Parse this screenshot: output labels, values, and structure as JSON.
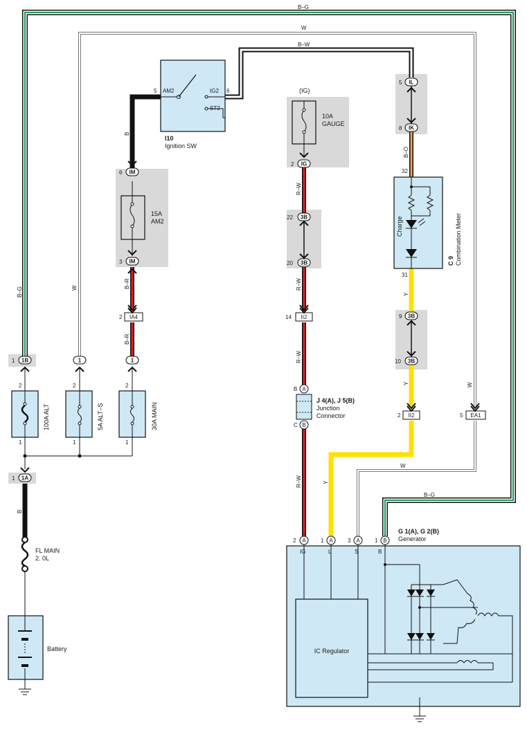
{
  "colors": {
    "panel_fill": "#cfe8f5",
    "gray_block": "#d9d9d9",
    "wire_black": "#111111",
    "wire_green": "#1a9a5a",
    "wire_red": "#e02020",
    "wire_yellow": "#ffe000",
    "wire_orange": "#f0a050",
    "wire_white_outline": "#777777"
  },
  "wires": {
    "bg_top": "B–G",
    "w_top": "W",
    "bw_top": "B–W",
    "b_main": "B",
    "br_upper": "B–R",
    "br_lower": "B–R",
    "bg_left": "B–G",
    "w_left": "W",
    "rw_1": "R–W",
    "rw_2": "R–W",
    "rw_3": "R–W",
    "rw_4": "R–W",
    "bo": "B–O",
    "y_1": "Y",
    "y_2": "Y",
    "y_3": "Y",
    "w_right": "W",
    "w_gen": "W",
    "bg_gen": "B–G",
    "b_batt": "B"
  },
  "ignition_sw": {
    "id": "I10",
    "name": "Ignition SW",
    "pin_am2_num": "5",
    "pin_am2": "AM2",
    "pin_ig2": "IG2",
    "pin_ig2_num": "6",
    "pin_st2": "ST2"
  },
  "fuses": {
    "am2_rating": "15A",
    "am2_name": "AM2",
    "gauge_rating": "10A",
    "gauge_name": "GAUGE",
    "gauge_supply": "(IG)",
    "alt": "100A ALT",
    "alt_s": "5A ALT–S",
    "main": "30A MAIN",
    "fl_main_1": "FL MAIN",
    "fl_main_2": "2. 0L"
  },
  "connectors": {
    "im_top_num": "6",
    "im_top": "IM",
    "im_bot_num": "3",
    "im_bot": "IM",
    "ia4_num": "2",
    "ia4": "IA4",
    "ig_num": "2",
    "ig": "IG",
    "b3_22_num": "22",
    "b3_22": "3B",
    "b3_20_num": "20",
    "b3_20": "3B",
    "ii2_a_num": "14",
    "ii2_a": "II2",
    "il_num": "5",
    "il": "IL",
    "ik_num": "8",
    "ik": "IK",
    "meter_32": "32",
    "meter_31": "31",
    "b3_9_num": "9",
    "b3_9": "3B",
    "b3_10_num": "10",
    "b3_10": "3B",
    "ii2_b_num": "2",
    "ii2_b": "II2",
    "ea1_num": "5",
    "ea1": "EA1",
    "c1b_num": "1",
    "c1b": "1B",
    "c1_a": "1",
    "c1_b": "1",
    "c1a_num": "1",
    "c1a": "1A",
    "fuse_alt_top": "2",
    "fuse_alt_bot": "1",
    "fuse_alts_top": "2",
    "fuse_alts_bot": "1",
    "fuse_main_top": "2",
    "fuse_main_bot": "1",
    "jc_b": "B",
    "jc_a": "A",
    "jc_c": "C",
    "jc_bb": "B"
  },
  "junction": {
    "title": "J 4(A), J 5(B)",
    "line1": "Junction",
    "line2": "Connector"
  },
  "meter": {
    "id": "C 9",
    "name": "Combination Meter",
    "lamp": "Charge"
  },
  "generator": {
    "title": "G 1(A), G 2(B)",
    "name": "Generator",
    "regulator": "IC Regulator",
    "pins": [
      {
        "num": "2",
        "conn": "A",
        "term": "IG"
      },
      {
        "num": "1",
        "conn": "A",
        "term": "L"
      },
      {
        "num": "3",
        "conn": "A",
        "term": "S"
      },
      {
        "num": "1",
        "conn": "B",
        "term": "B"
      }
    ]
  },
  "battery": {
    "name": "Battery"
  }
}
